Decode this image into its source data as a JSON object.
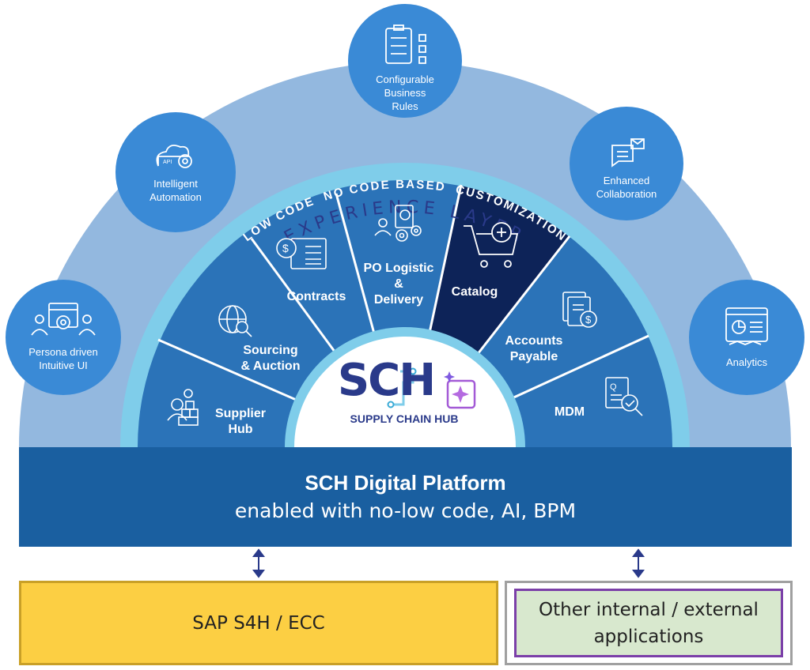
{
  "diagram": {
    "experience_layer": "EXPERIENCE LAYER",
    "customization_band": "LOW CODE  NO CODE BASED  CUSTOMIZATION",
    "outer_capabilities": [
      {
        "label": "Persona driven\nIntuitive UI",
        "icon": "persona-icon"
      },
      {
        "label": "Intelligent\nAutomation",
        "icon": "api-cloud-gear-icon"
      },
      {
        "label": "Configurable\nBusiness\nRules",
        "icon": "checklist-icon"
      },
      {
        "label": "Enhanced\nCollaboration",
        "icon": "chat-mail-icon"
      },
      {
        "label": "Analytics",
        "icon": "dashboard-icon"
      }
    ],
    "modules": [
      {
        "label": "Supplier\nHub",
        "icon": "supplier-icon"
      },
      {
        "label": "Sourcing\n& Auction",
        "icon": "globe-search-icon"
      },
      {
        "label": "Contracts",
        "icon": "contract-dollar-icon"
      },
      {
        "label": "PO Logistic\n&\nDelivery",
        "icon": "logistics-gears-icon"
      },
      {
        "label": "Catalog",
        "icon": "cart-plus-icon"
      },
      {
        "label": "Accounts\nPayable",
        "icon": "invoice-dollar-icon"
      },
      {
        "label": "MDM",
        "icon": "document-check-icon"
      }
    ],
    "hub": {
      "logo": "SCH",
      "name": "SUPPLY CHAIN HUB"
    },
    "platform": {
      "title": "SCH Digital Platform",
      "subtitle": "enabled with no-low code, AI, BPM"
    },
    "systems": {
      "sap": "SAP S4H / ECC",
      "other": "Other internal / external\napplications"
    },
    "colors": {
      "outer_arc": "#93b8df",
      "band": "#7fcdea",
      "segment": "#2b73b8",
      "segment_highlight": "#0d2358",
      "circle": "#3a8ad6",
      "platform": "#1a5fa0",
      "sap": "#fccf43",
      "other": "#d8e8ce"
    }
  }
}
